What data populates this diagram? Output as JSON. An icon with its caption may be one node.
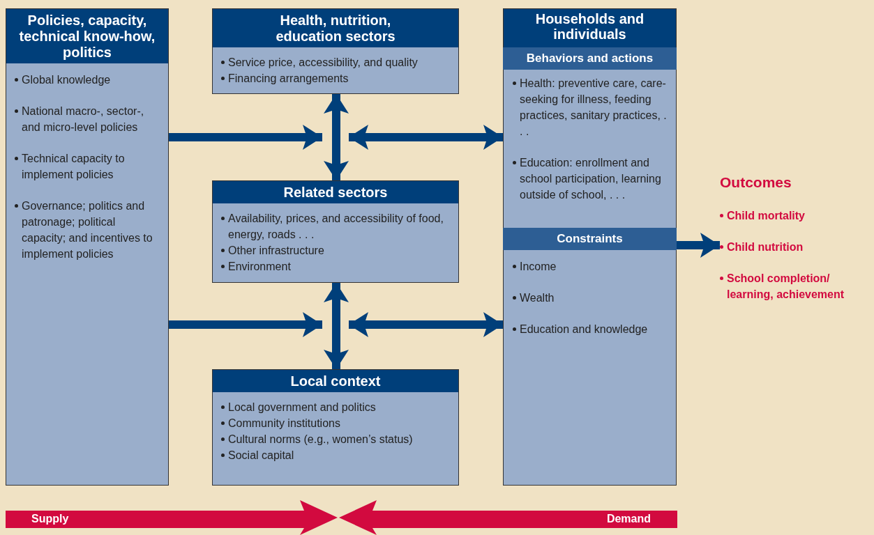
{
  "diagram": {
    "nodes": [
      {
        "text": [
          "Policies, capacity, technical know-how, politics",
          "Global knowledge",
          "National macro-, sector-, and micro-level policies",
          "Technical capacity  to implement policies",
          "Governance; politics and patronage; political capacity; and incentives to implement policies"
        ]
      },
      {
        "text": [
          "Health, nutrition, education sectors",
          "Service price, accessibility, and quality",
          "Financing arrangements"
        ]
      },
      {
        "text": [
          "Related sectors",
          "Availability, prices, and accessibility of food, energy, roads . . .",
          "Other infrastructure",
          "Environment"
        ]
      },
      {
        "text": [
          "Local context",
          "Local government and politics",
          "Community institutions",
          "Cultural norms (e.g., women’s status)",
          "Social capital"
        ]
      },
      {
        "text": [
          "Households and individuals"
        ]
      },
      {
        "text": [
          "Behaviors and actions",
          "Health: preventive care, care-seeking for illness, feeding practices, sanitary practices, . . .",
          "Education: enrollment and school participation, learning outside of school, . . ."
        ],
        "in": 4
      },
      {
        "text": [
          "Constraints",
          "Income",
          "Wealth",
          "Education and knowledge"
        ],
        "in": 4
      },
      {
        "text": [
          "Outcomes",
          "Child mortality",
          "Child nutrition",
          "School completion/ learning, achievement"
        ]
      }
    ],
    "edges": [
      {
        "from": 0,
        "to": 1,
        "arrow": "to"
      },
      {
        "from": 1,
        "to": 2,
        "arrow": "both"
      },
      {
        "from": 1,
        "to": 4,
        "arrow": "both"
      },
      {
        "from": 0,
        "to": 2,
        "arrow": "to"
      },
      {
        "from": 2,
        "to": 3,
        "arrow": "both"
      },
      {
        "from": 2,
        "to": 4,
        "arrow": "both"
      },
      {
        "from": 6,
        "to": 7,
        "arrow": "to"
      }
    ],
    "labels": [
      "Supply",
      "Demand"
    ]
  }
}
